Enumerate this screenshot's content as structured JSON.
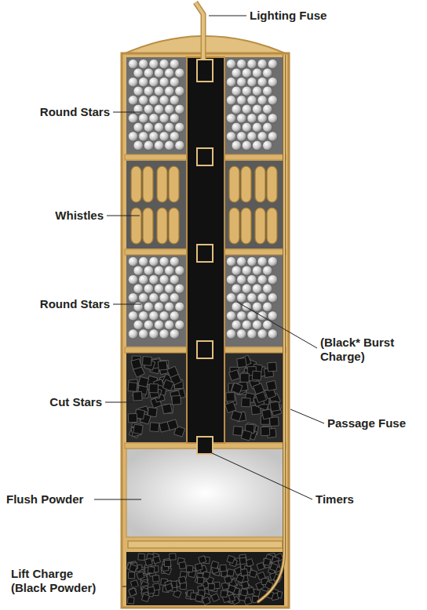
{
  "diagram": {
    "labels": [
      "Lighting Fuse",
      "Round Stars",
      "Whistles",
      "Round Stars",
      "(Black* Burst Charge)",
      "Cut Stars",
      "Passage Fuse",
      "Flush Powder",
      "Timers",
      "Lift Charge (Black Powder)"
    ]
  }
}
